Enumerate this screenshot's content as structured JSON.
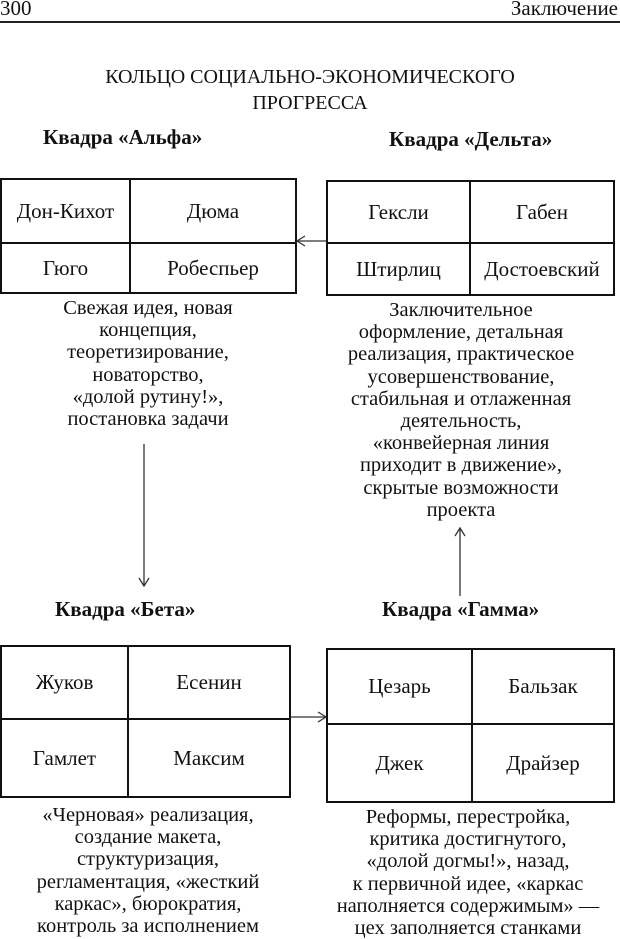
{
  "header": {
    "page_number": "300",
    "chapter": "Заключение"
  },
  "title": {
    "line1": "КОЛЬЦО СОЦИАЛЬНО-ЭКОНОМИЧЕСКОГО",
    "line2": "ПРОГРЕССА"
  },
  "quadras": {
    "alpha": {
      "label": "Квадра «Альфа»",
      "cells": [
        "Дон-Кихот",
        "Дюма",
        "Гюго",
        "Робеспьер"
      ],
      "description": [
        "Свежая идея, новая",
        "концепция,",
        "теоретизирование,",
        "новаторство,",
        "«долой рутину!»,",
        "постановка задачи"
      ]
    },
    "delta": {
      "label": "Квадра «Дельта»",
      "cells": [
        "Гексли",
        "Габен",
        "Штирлиц",
        "Достоевский"
      ],
      "description": [
        "Заключительное",
        "оформление, детальная",
        "реализация, практическое",
        "усовершенствование,",
        "стабильная и отлаженная",
        "деятельность,",
        "«конвейерная линия",
        "приходит в движение»,",
        "скрытые возможности",
        "проекта"
      ]
    },
    "beta": {
      "label": "Квадра «Бета»",
      "cells": [
        "Жуков",
        "Есенин",
        "Гамлет",
        "Максим"
      ],
      "description": [
        "«Черновая» реализация,",
        "создание макета,",
        "структуризация,",
        "регламентация, «жесткий",
        "каркас», бюрократия,",
        "контроль за исполнением"
      ]
    },
    "gamma": {
      "label": "Квадра «Гамма»",
      "cells": [
        "Цезарь",
        "Бальзак",
        "Джек",
        "Драйзер"
      ],
      "description": [
        "Реформы, перестройка,",
        "критика достигнутого,",
        "«долой догмы!», назад,",
        "к первичной идее, «каркас",
        "наполняется содержимым» —",
        "цех заполняется станками"
      ]
    }
  },
  "arrows": [
    {
      "from": "delta",
      "to": "alpha",
      "icon": "arrow-left-icon"
    },
    {
      "from": "alpha",
      "to": "beta",
      "icon": "arrow-down-icon"
    },
    {
      "from": "beta",
      "to": "gamma",
      "icon": "arrow-right-icon"
    },
    {
      "from": "gamma",
      "to": "delta",
      "icon": "arrow-up-icon"
    }
  ]
}
